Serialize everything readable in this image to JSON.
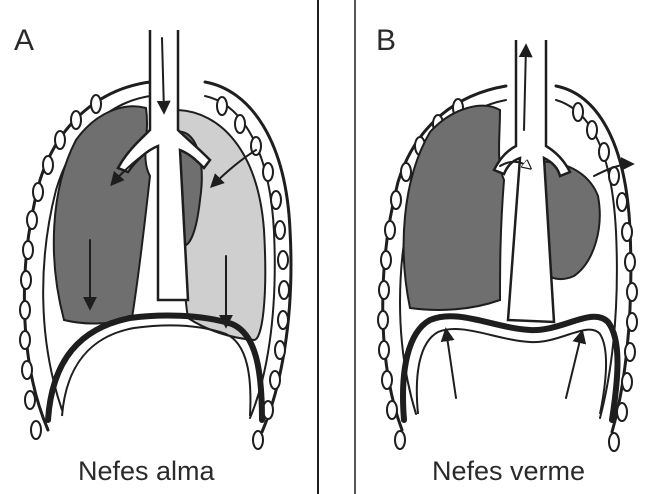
{
  "panels": [
    {
      "letter": "A",
      "caption": "Nefes alma"
    },
    {
      "letter": "B",
      "caption": "Nefes verme"
    }
  ],
  "colors": {
    "lung_dark": "#6f6f6f",
    "lung_light": "#cfcfcf",
    "line": "#1e1e1e",
    "background": "#ffffff"
  }
}
